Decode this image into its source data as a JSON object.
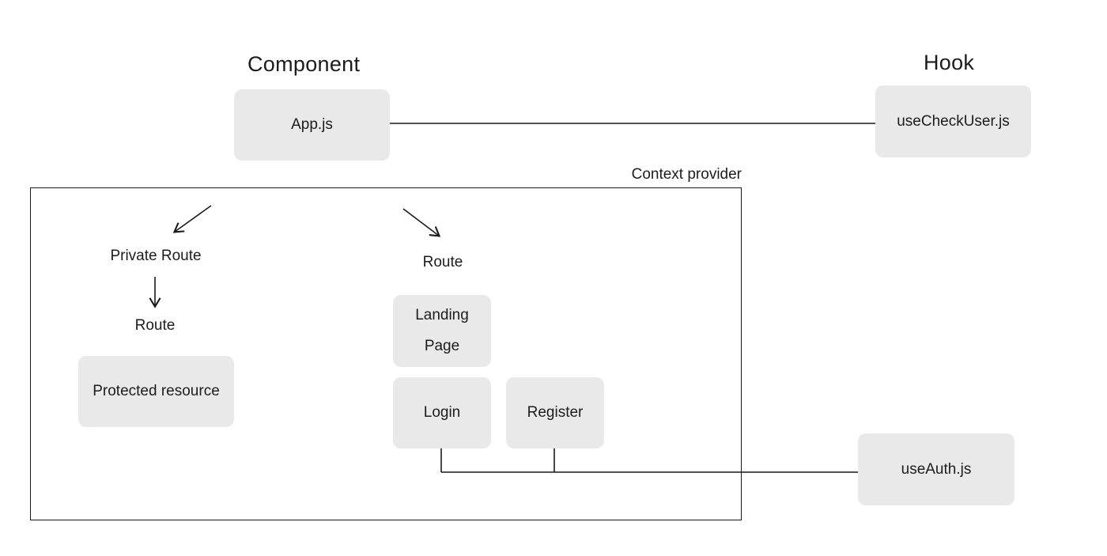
{
  "diagram": {
    "headings": {
      "component": "Component",
      "hook": "Hook"
    },
    "context_box_label": "Context provider",
    "nodes": {
      "app": {
        "label": "App.js"
      },
      "use_check_user": {
        "label": "useCheckUser.js"
      },
      "protected_resource": {
        "label": "Protected resource"
      },
      "landing_page": {
        "label": "Landing Page"
      },
      "login": {
        "label": "Login"
      },
      "register": {
        "label": "Register"
      },
      "use_auth": {
        "label": "useAuth.js"
      }
    },
    "text_labels": {
      "private_route": "Private Route",
      "route_left": "Route",
      "route_right": "Route"
    },
    "colors": {
      "background": "#ffffff",
      "node_fill": "#e9e9e9",
      "line": "#1a1a1a",
      "text": "#1c1c1c"
    }
  }
}
